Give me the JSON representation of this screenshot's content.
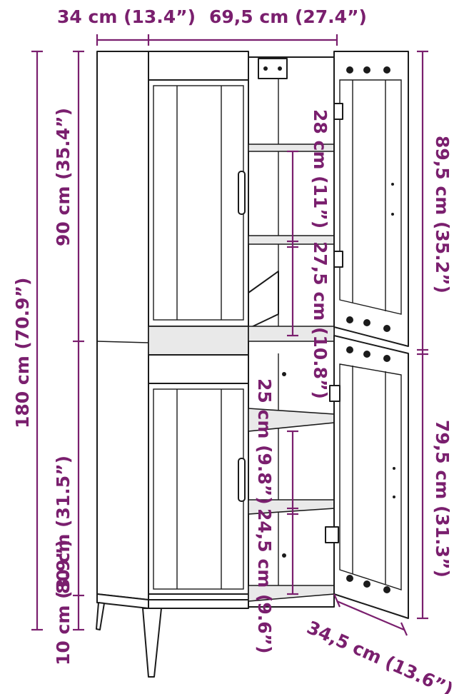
{
  "dimensions": {
    "depth_side": "34 cm (13.4”)",
    "width": "69,5 cm (27.4”)",
    "total_height": "180 cm (70.9”)",
    "upper_section_height": "90 cm (35.4”)",
    "lower_section_height": "80 cm (31.5”)",
    "leg_height": "10 cm (3.9”)",
    "upper_door_height": "89,5 cm (35.2”)",
    "lower_door_height": "79,5 cm (31.3”)",
    "door_width": "34,5 cm (13.6”)",
    "upper_shelf_gap_top": "28 cm (11”)",
    "upper_shelf_gap_bottom": "27,5 cm (10.8”)",
    "lower_shelf_gap_top": "25 cm (9.8”)",
    "lower_shelf_gap_bottom": "24,5 cm (9.6”)"
  },
  "colors": {
    "dimension": "#7a1f6e",
    "outline": "#1b1b1b",
    "background": "#ffffff"
  }
}
